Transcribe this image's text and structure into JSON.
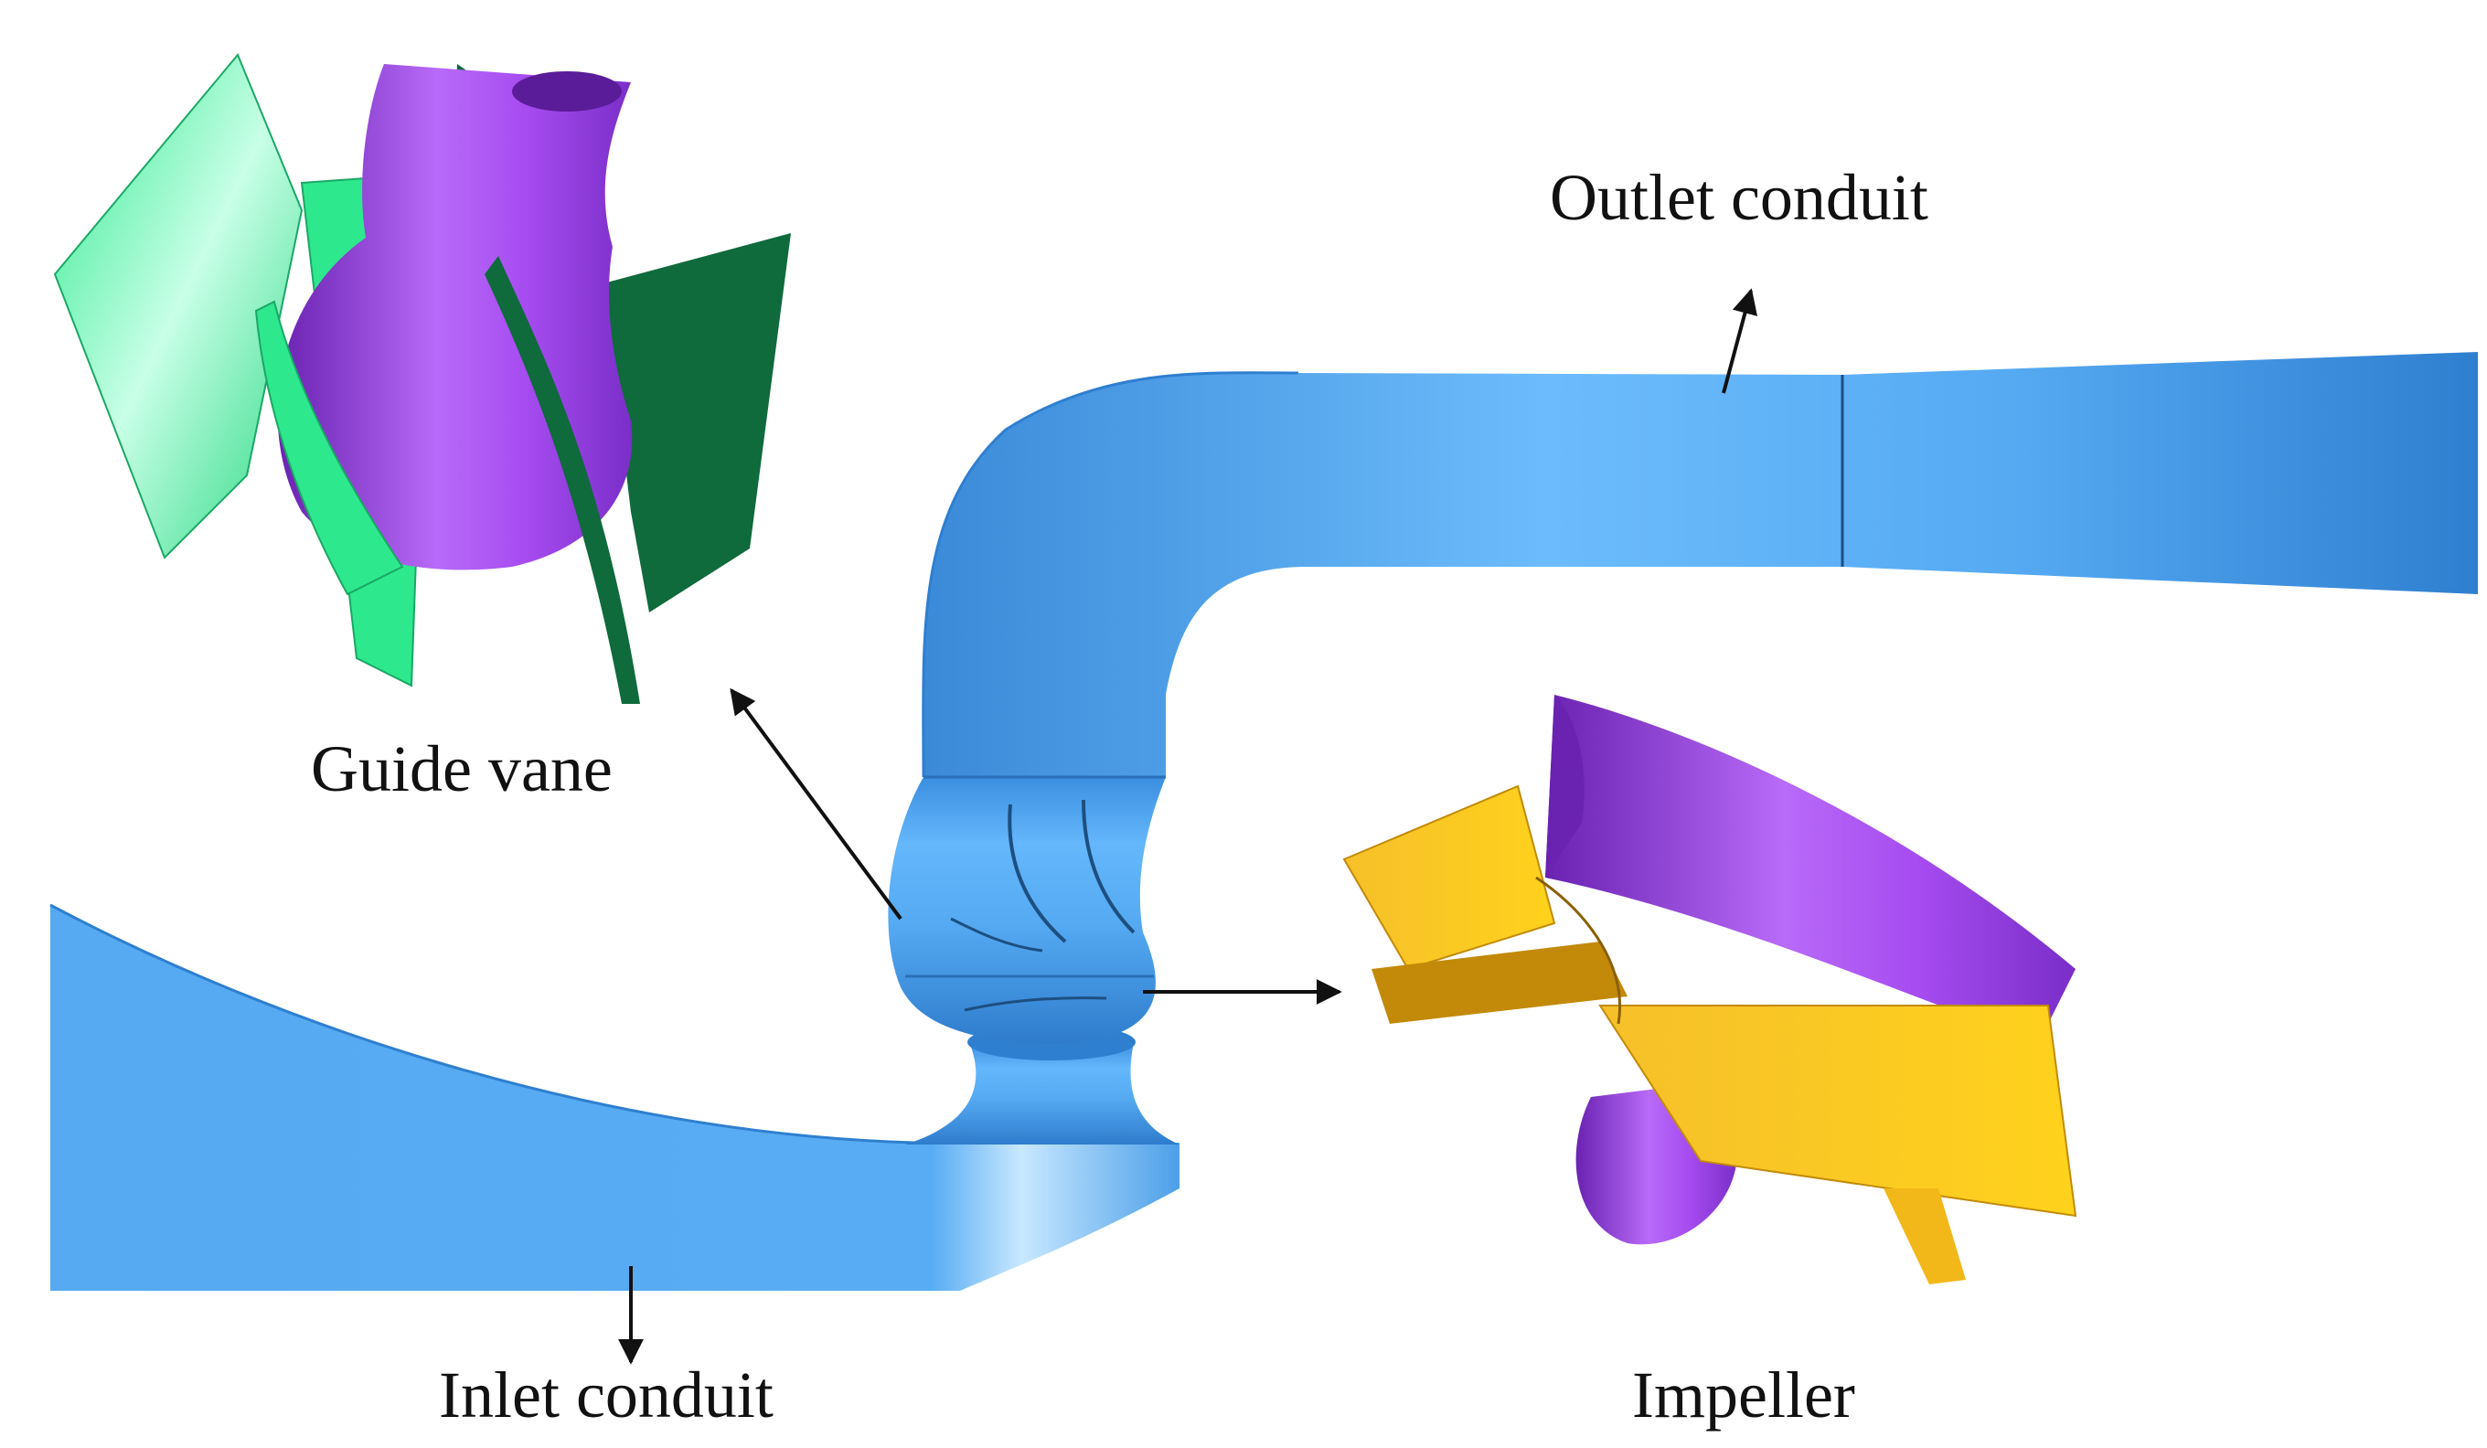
{
  "labels": {
    "outlet": "Outlet conduit",
    "guide_vane": "Guide vane",
    "inlet": "Inlet conduit",
    "impeller": "Impeller"
  },
  "colors": {
    "conduit": "#55aaf2",
    "conduit_dark": "#2f7fd0",
    "conduit_light": "#c8e8ff",
    "hub_purple": "#a64cf0",
    "hub_purple_dark": "#6a22b0",
    "vane_green": "#2ee88e",
    "vane_green_dark": "#0f6a3c",
    "blade_gold": "#f2b81a",
    "blade_gold_dark": "#c28a08",
    "arrow": "#111111"
  }
}
